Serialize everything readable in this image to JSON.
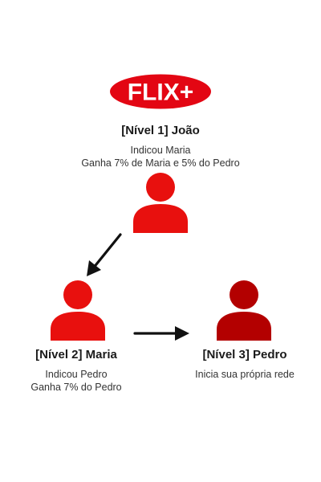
{
  "logo": {
    "text": "FLIX+",
    "bg_color": "#e30613",
    "text_color": "#ffffff"
  },
  "levels": [
    {
      "title": "[Nível 1] João",
      "lines": [
        "Indicou Maria",
        "Ganha 7% de Maria e 5% do Pedro"
      ],
      "icon": "person-icon",
      "color": "#e8100e"
    },
    {
      "title": "[Nível 2] Maria",
      "lines": [
        "Indicou Pedro",
        "Ganha 7% do Pedro"
      ],
      "icon": "person-icon",
      "color": "#e8100e"
    },
    {
      "title": "[Nível 3] Pedro",
      "lines": [
        "Inicia sua própria rede"
      ],
      "icon": "person-icon",
      "color": "#b30000"
    }
  ],
  "connections": [
    {
      "from": "[Nível 1] João",
      "to": "[Nível 2] Maria",
      "icon": "arrow-icon"
    },
    {
      "from": "[Nível 2] Maria",
      "to": "[Nível 3] Pedro",
      "icon": "arrow-icon"
    }
  ]
}
